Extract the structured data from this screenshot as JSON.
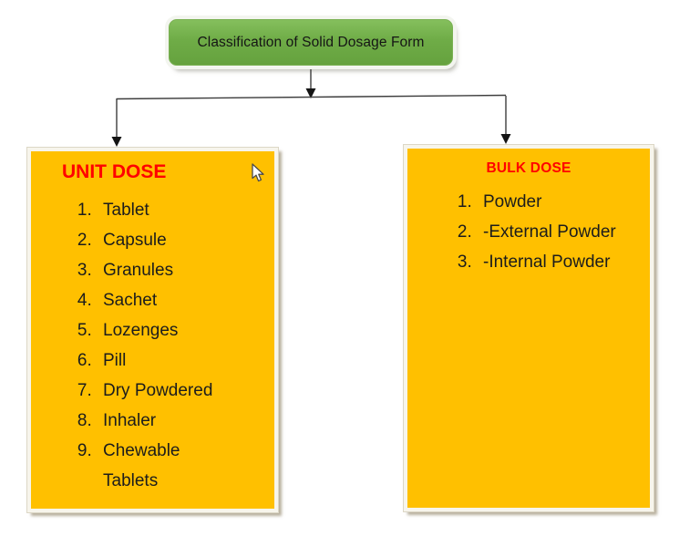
{
  "diagram": {
    "title": "Classification of Solid Dosage Form",
    "branches": [
      {
        "heading": "UNIT DOSE",
        "items": [
          "Tablet",
          "Capsule",
          "Granules",
          "Sachet",
          "Lozenges",
          "Pill",
          "Dry Powdered",
          "Inhaler",
          "Chewable Tablets"
        ]
      },
      {
        "heading": "BULK DOSE",
        "items": [
          "Powder",
          "-External Powder",
          "-Internal Powder"
        ]
      }
    ],
    "icons": {
      "cursor": "arrow-pointer-icon"
    },
    "colors": {
      "title_box_fill": "#70AD47",
      "branch_box_fill": "#FFC000",
      "heading_text": "#FF0000",
      "body_text": "#1C1C1C",
      "connector": "#3D3D3D",
      "background": "#FFFFFF"
    }
  }
}
